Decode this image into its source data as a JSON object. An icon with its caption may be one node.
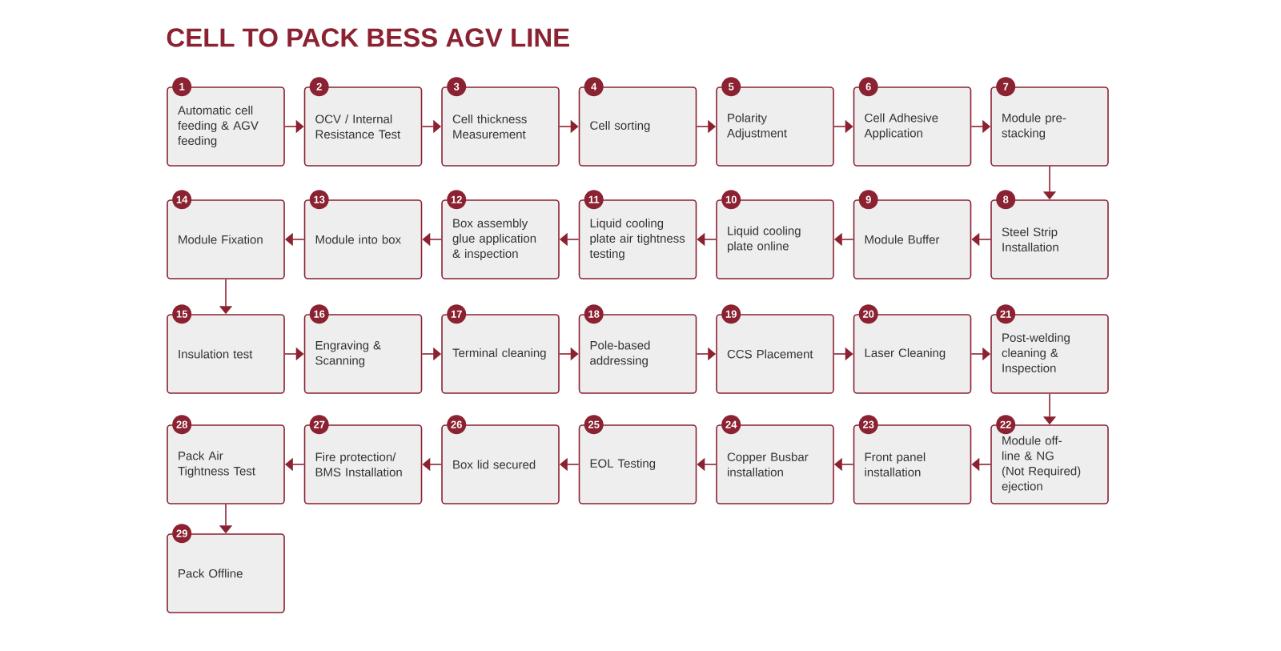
{
  "diagram": {
    "title": "CELL TO PACK BESS AGV LINE",
    "nodes": [
      {
        "text": [
          "1",
          "Automatic cell feeding & AGV feeding"
        ]
      },
      {
        "text": [
          "2",
          "OCV / Internal Resistance Test"
        ]
      },
      {
        "text": [
          "3",
          "Cell thickness Measurement"
        ]
      },
      {
        "text": [
          "4",
          "Cell sorting"
        ]
      },
      {
        "text": [
          "5",
          "Polarity Adjustment"
        ]
      },
      {
        "text": [
          "6",
          "Cell Adhesive Application"
        ]
      },
      {
        "text": [
          "7",
          "Module pre-stacking"
        ]
      },
      {
        "text": [
          "8",
          "Steel Strip Installation"
        ]
      },
      {
        "text": [
          "9",
          "Module Buffer"
        ]
      },
      {
        "text": [
          "10",
          "Liquid cooling plate online"
        ]
      },
      {
        "text": [
          "11",
          "Liquid cooling plate air tightness testing"
        ]
      },
      {
        "text": [
          "12",
          "Box assembly glue application & inspection"
        ]
      },
      {
        "text": [
          "13",
          "Module into box"
        ]
      },
      {
        "text": [
          "14",
          "Module Fixation"
        ]
      },
      {
        "text": [
          "15",
          "Insulation test"
        ]
      },
      {
        "text": [
          "16",
          "Engraving & Scanning"
        ]
      },
      {
        "text": [
          "17",
          "Terminal cleaning"
        ]
      },
      {
        "text": [
          "18",
          "Pole-based addressing"
        ]
      },
      {
        "text": [
          "19",
          "CCS Placement"
        ]
      },
      {
        "text": [
          "20",
          "Laser Cleaning"
        ]
      },
      {
        "text": [
          "21",
          "Post-welding cleaning & Inspection"
        ]
      },
      {
        "text": [
          "22",
          "Module off-line & NG (Not Required) ejection"
        ]
      },
      {
        "text": [
          "23",
          "Front panel installation"
        ]
      },
      {
        "text": [
          "24",
          "Copper Busbar installation"
        ]
      },
      {
        "text": [
          "25",
          "EOL Testing"
        ]
      },
      {
        "text": [
          "26",
          "Box lid secured"
        ]
      },
      {
        "text": [
          "27",
          "Fire protection/ BMS Installation"
        ]
      },
      {
        "text": [
          "28",
          "Pack Air Tightness Test"
        ]
      },
      {
        "text": [
          "29",
          "Pack Offline"
        ]
      }
    ],
    "edges": [
      {
        "from": 0,
        "to": 1,
        "arrow": "to"
      },
      {
        "from": 1,
        "to": 2,
        "arrow": "to"
      },
      {
        "from": 2,
        "to": 3,
        "arrow": "to"
      },
      {
        "from": 3,
        "to": 4,
        "arrow": "to"
      },
      {
        "from": 4,
        "to": 5,
        "arrow": "to"
      },
      {
        "from": 5,
        "to": 6,
        "arrow": "to"
      },
      {
        "from": 6,
        "to": 7,
        "arrow": "to"
      },
      {
        "from": 7,
        "to": 8,
        "arrow": "to"
      },
      {
        "from": 8,
        "to": 9,
        "arrow": "to"
      },
      {
        "from": 9,
        "to": 10,
        "arrow": "to"
      },
      {
        "from": 10,
        "to": 11,
        "arrow": "to"
      },
      {
        "from": 11,
        "to": 12,
        "arrow": "to"
      },
      {
        "from": 12,
        "to": 13,
        "arrow": "to"
      },
      {
        "from": 13,
        "to": 14,
        "arrow": "to"
      },
      {
        "from": 14,
        "to": 15,
        "arrow": "to"
      },
      {
        "from": 15,
        "to": 16,
        "arrow": "to"
      },
      {
        "from": 16,
        "to": 17,
        "arrow": "to"
      },
      {
        "from": 17,
        "to": 18,
        "arrow": "to"
      },
      {
        "from": 18,
        "to": 19,
        "arrow": "to"
      },
      {
        "from": 19,
        "to": 20,
        "arrow": "to"
      },
      {
        "from": 20,
        "to": 21,
        "arrow": "to"
      },
      {
        "from": 21,
        "to": 22,
        "arrow": "to"
      },
      {
        "from": 22,
        "to": 23,
        "arrow": "to"
      },
      {
        "from": 23,
        "to": 24,
        "arrow": "to"
      },
      {
        "from": 24,
        "to": 25,
        "arrow": "to"
      },
      {
        "from": 25,
        "to": 26,
        "arrow": "to"
      },
      {
        "from": 26,
        "to": 27,
        "arrow": "to"
      },
      {
        "from": 27,
        "to": 28,
        "arrow": "to"
      }
    ]
  }
}
